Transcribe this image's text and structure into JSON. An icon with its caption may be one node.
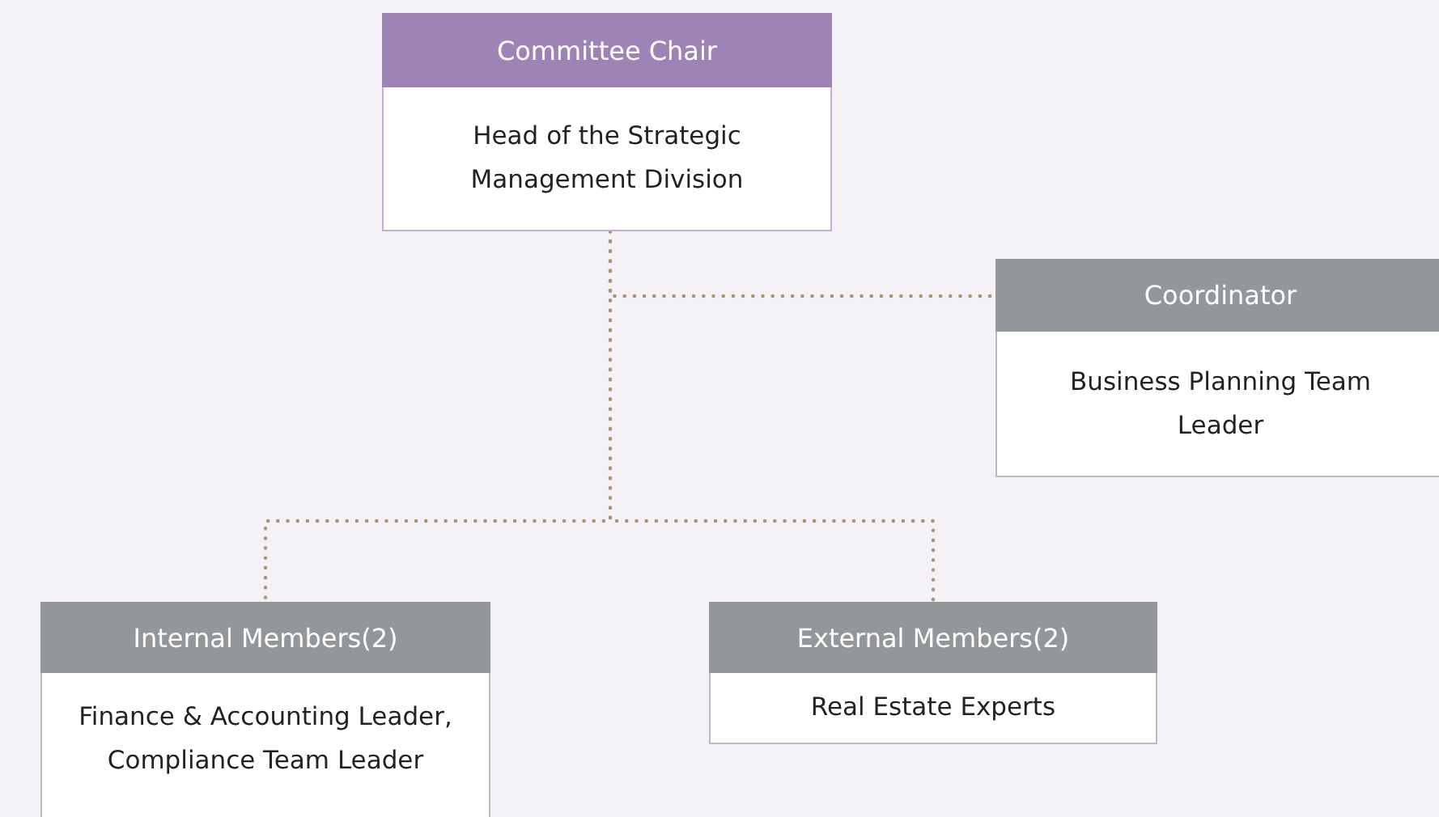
{
  "diagram": {
    "nodes": [
      {
        "text": [
          "Committee Chair",
          "Head of the Strategic Management Division"
        ]
      },
      {
        "text": [
          "Coordinator",
          "Business Planning Team Leader"
        ]
      },
      {
        "text": [
          "Internal Members(2)",
          "Finance & Accounting Leader, Compliance Team Leader"
        ]
      },
      {
        "text": [
          "External Members(2)",
          "Real Estate Experts"
        ]
      }
    ],
    "edges": [
      {
        "from": 0,
        "to": 1,
        "arrow": "none"
      },
      {
        "from": 0,
        "to": 2,
        "arrow": "none"
      },
      {
        "from": 0,
        "to": 3,
        "arrow": "none"
      }
    ]
  }
}
